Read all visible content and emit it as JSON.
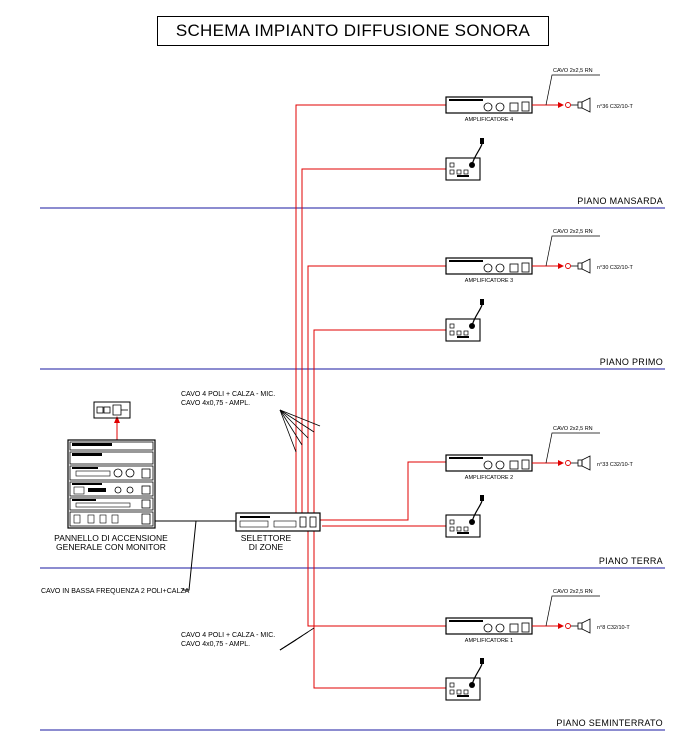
{
  "title": "SCHEMA IMPIANTO DIFFUSIONE SONORA",
  "floors": [
    {
      "label": "PIANO MANSARDA"
    },
    {
      "label": "PIANO PRIMO"
    },
    {
      "label": "PIANO TERRA"
    },
    {
      "label": "PIANO SEMINTERRATO"
    }
  ],
  "amplifiers": [
    {
      "label": "AMPLIFICATORE 4",
      "cable": "CAVO 2x2,5 RN",
      "speaker": "n°36 C32/10-T"
    },
    {
      "label": "AMPLIFICATORE 3",
      "cable": "CAVO 2x2,5 RN",
      "speaker": "n°30 C32/10-T"
    },
    {
      "label": "AMPLIFICATORE 2",
      "cable": "CAVO 2x2,5 RN",
      "speaker": "n°33 C32/10-T"
    },
    {
      "label": "AMPLIFICATORE 1",
      "cable": "CAVO 2x2,5 RN",
      "speaker": "n°8 C32/10-T"
    }
  ],
  "cable_notes": {
    "upper": [
      "CAVO 4 POLI + CALZA - MIC.",
      "CAVO 4x0,75 - AMPL."
    ],
    "lower": [
      "CAVO 4 POLI + CALZA - MIC.",
      "CAVO 4x0,75 - AMPL."
    ],
    "low_freq": "CAVO IN BASSA FREQUENZA 2 POLI+CALZA"
  },
  "panel_label": [
    "PANNELLO DI ACCENSIONE",
    "GENERALE CON MONITOR"
  ],
  "selector_label": [
    "SELETTORE",
    "DI ZONE"
  ],
  "colors": {
    "wire": "#e00000",
    "floor_line": "#1a1aa0",
    "ink": "#000000"
  }
}
